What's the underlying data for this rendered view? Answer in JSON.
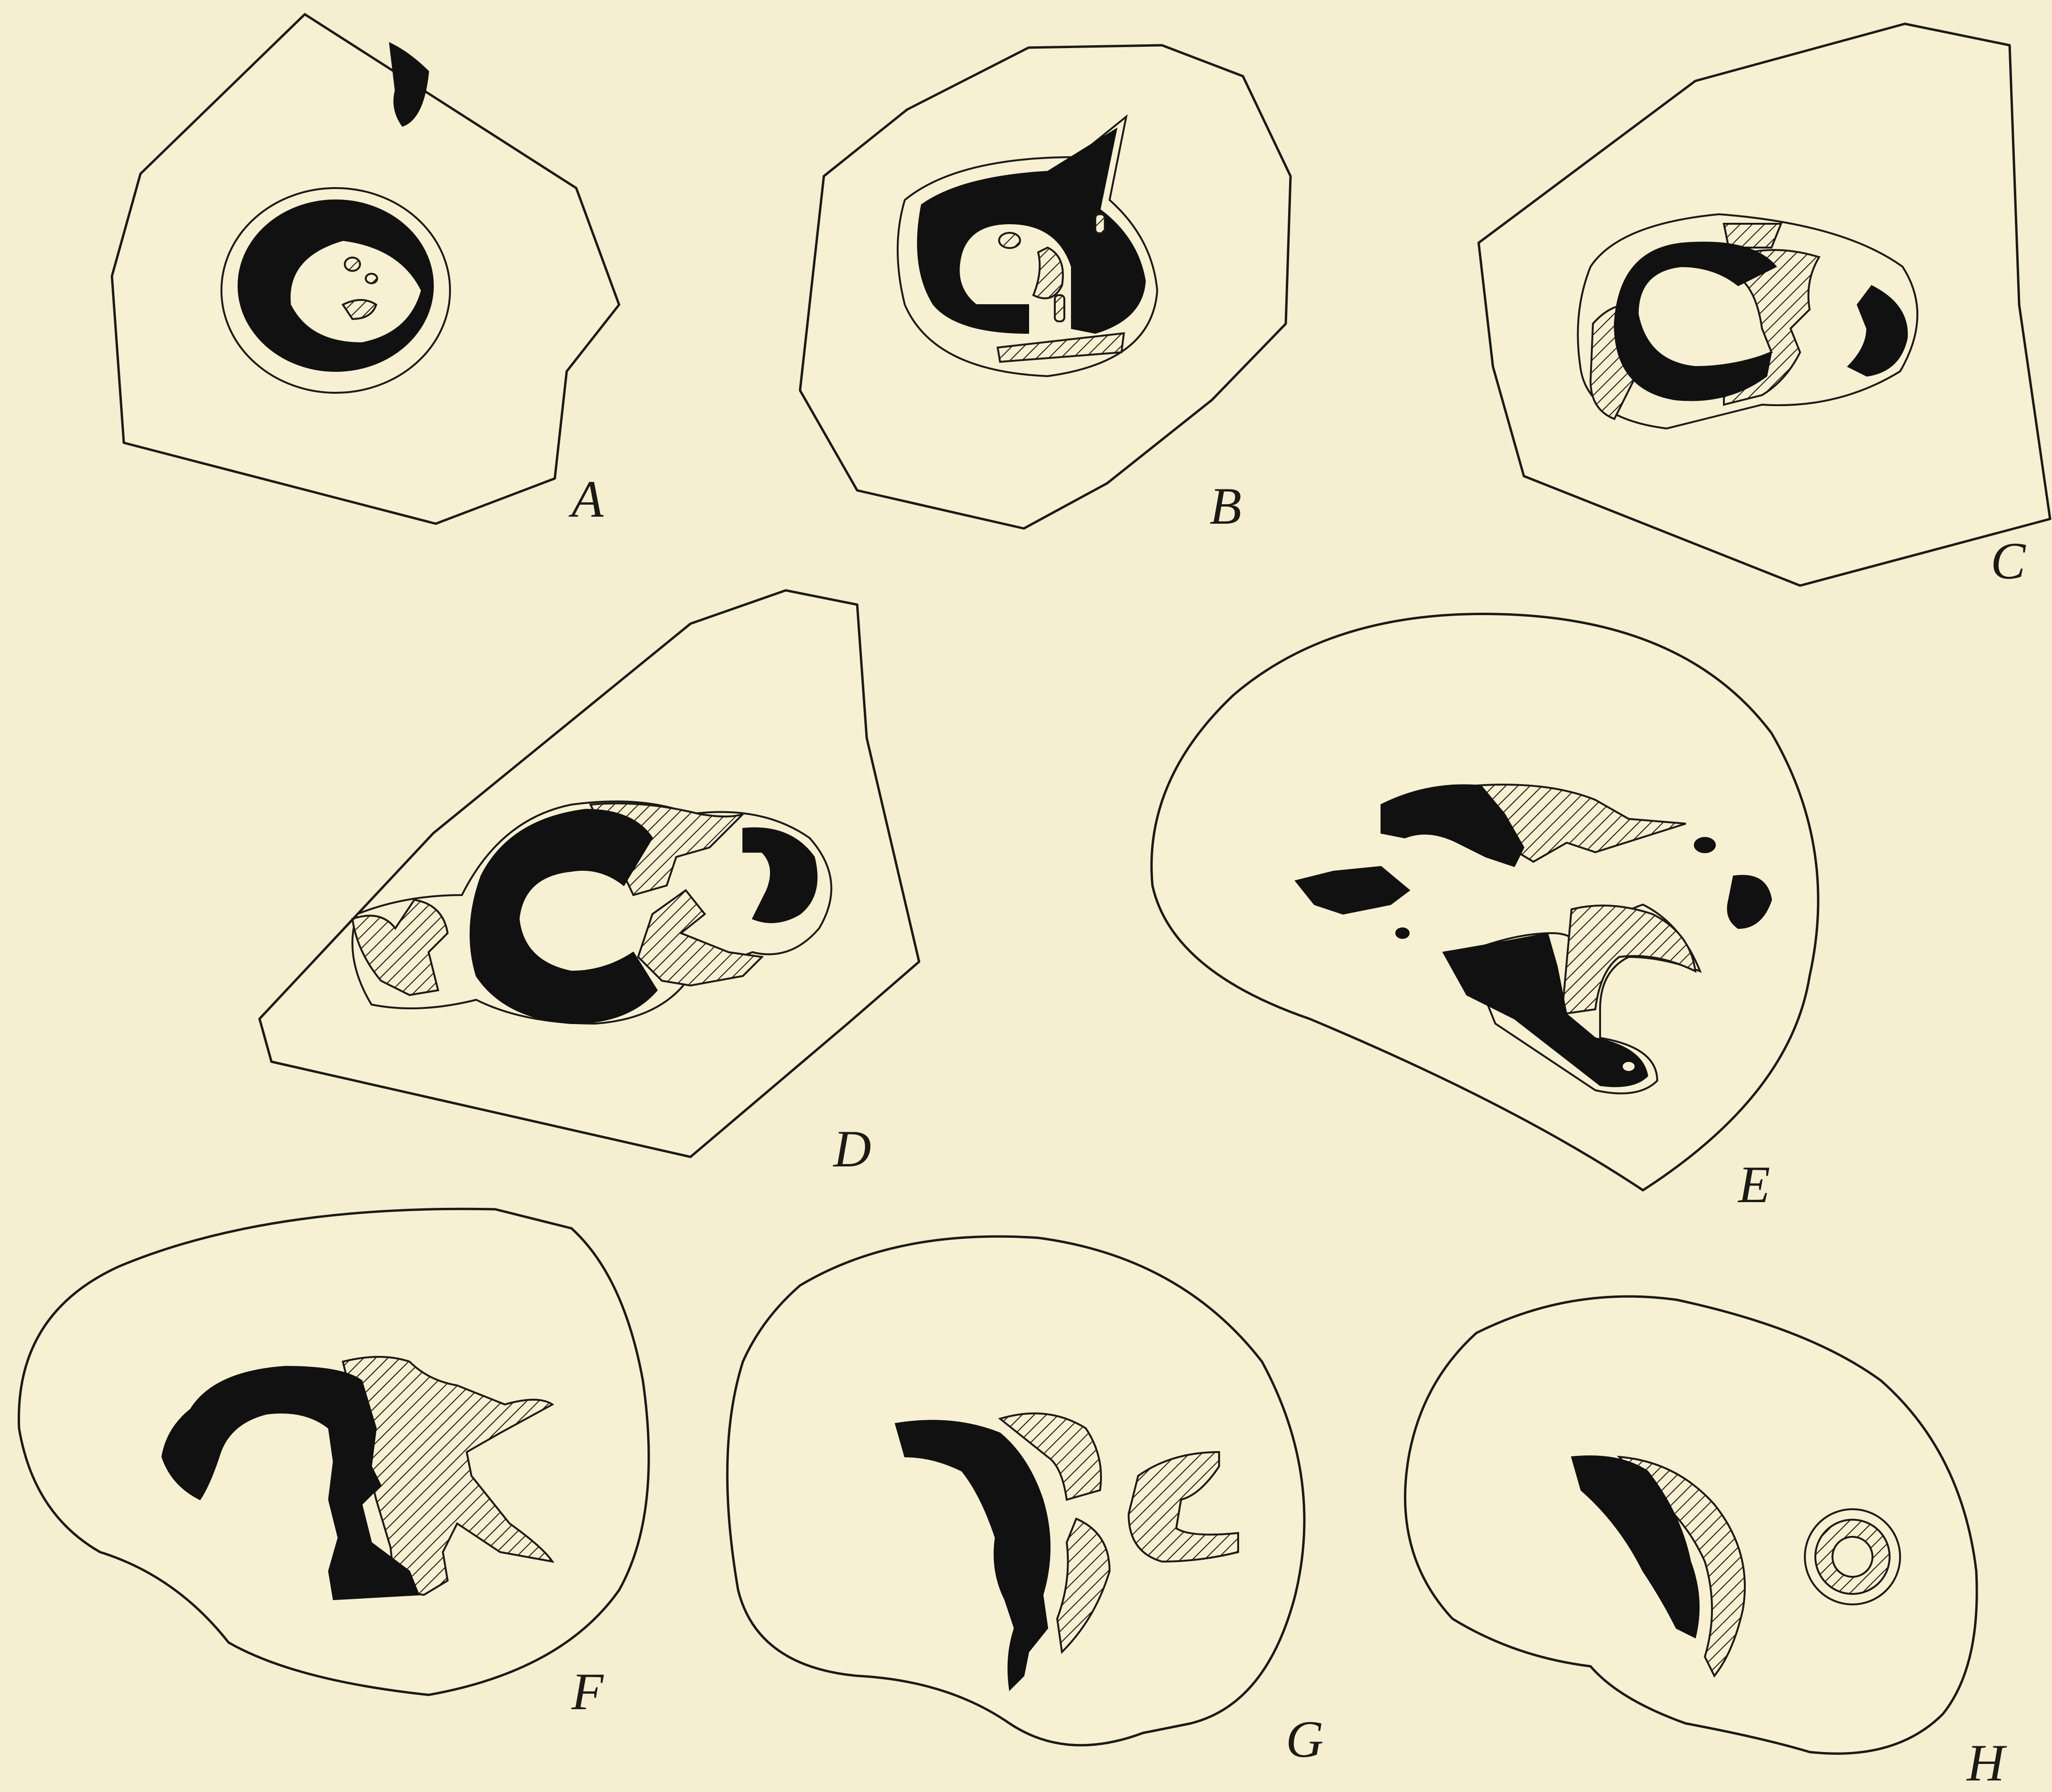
{
  "figures": [
    {
      "id": "A",
      "label": "A"
    },
    {
      "id": "B",
      "label": "B"
    },
    {
      "id": "C",
      "label": "C"
    },
    {
      "id": "D",
      "label": "D"
    },
    {
      "id": "E",
      "label": "E"
    },
    {
      "id": "F",
      "label": "F"
    },
    {
      "id": "G",
      "label": "G"
    },
    {
      "id": "H",
      "label": "H"
    }
  ],
  "colors": {
    "paper": "#f5eed0",
    "ink": "#1c1a15",
    "solid_fill": "#111111"
  }
}
